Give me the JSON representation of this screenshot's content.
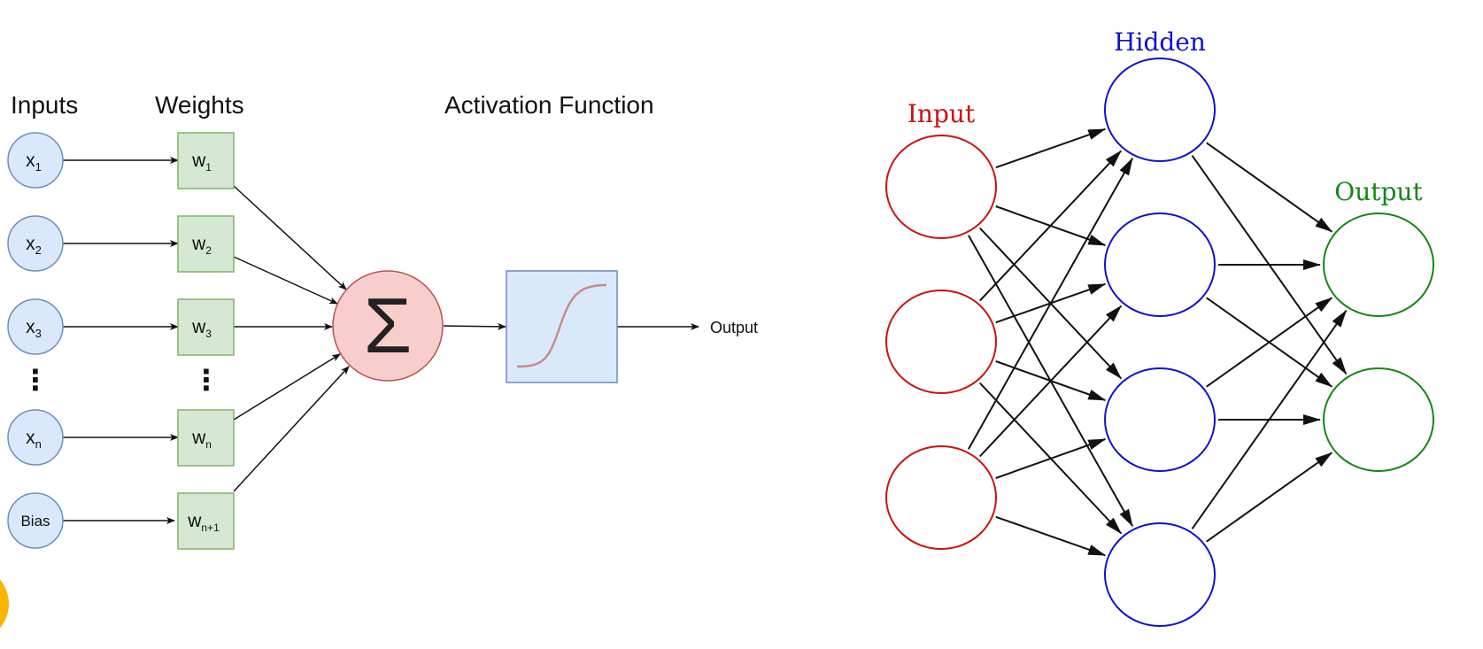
{
  "perceptron": {
    "headers": {
      "inputs": "Inputs",
      "weights": "Weights",
      "activation": "Activation Function"
    },
    "inputs": [
      {
        "base": "x",
        "sub": "1"
      },
      {
        "base": "x",
        "sub": "2"
      },
      {
        "base": "x",
        "sub": "3"
      },
      {
        "base": "x",
        "sub": "n"
      },
      {
        "base": "Bias",
        "sub": ""
      }
    ],
    "weights": [
      {
        "base": "w",
        "sub": "1"
      },
      {
        "base": "w",
        "sub": "2"
      },
      {
        "base": "w",
        "sub": "3"
      },
      {
        "base": "w",
        "sub": "n"
      },
      {
        "base": "w",
        "sub": "n+1"
      }
    ],
    "ellipsis": "⋮",
    "sum_symbol": "Σ",
    "output_label": "Output",
    "colors": {
      "input_fill": "#dae8fc",
      "input_stroke": "#6c8ebf",
      "weight_fill": "#d5e8d4",
      "weight_stroke": "#82b366",
      "sum_fill": "#f8cecc",
      "sum_stroke": "#b85450",
      "activation_fill": "#dae8fc",
      "activation_stroke": "#6c8ebf",
      "curve": "#c98b89"
    }
  },
  "network": {
    "labels": {
      "input": "Input",
      "hidden": "Hidden",
      "output": "Output"
    },
    "layers": {
      "input": 3,
      "hidden": 4,
      "output": 2
    },
    "colors": {
      "input": "#cc1111",
      "hidden": "#1111cc",
      "output": "#118811"
    }
  },
  "corner_badge_color": "#f7b500"
}
